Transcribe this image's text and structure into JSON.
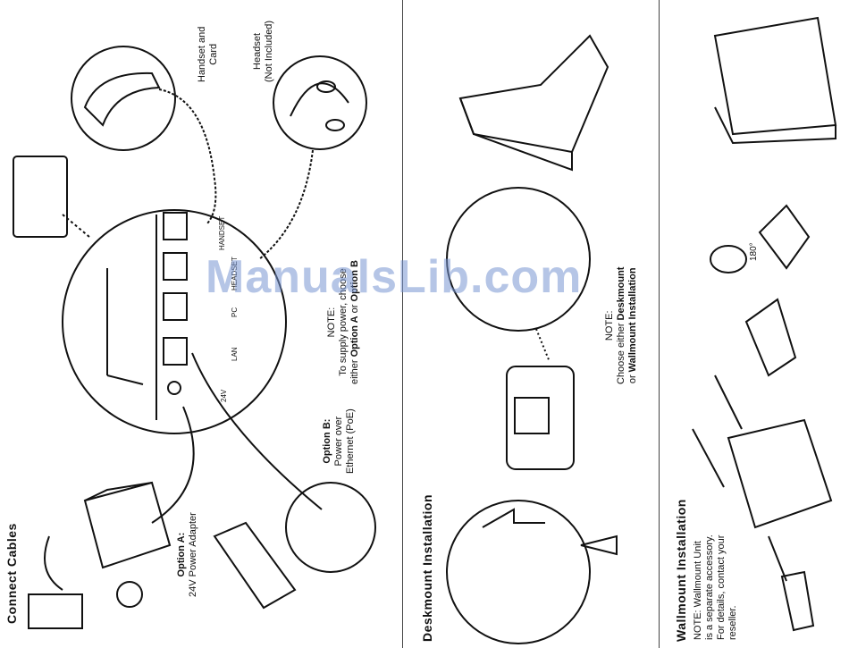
{
  "sections": {
    "connect": {
      "heading": "Connect Cables",
      "option_a": {
        "title": "Option A:",
        "text": "24V Power Adapter"
      },
      "option_b": {
        "title": "Option B:",
        "line1": "Power over",
        "line2": "Ethernet (PoE)"
      },
      "note": {
        "title": "NOTE:",
        "line1": "To supply power, choose",
        "line2_prefix": "either",
        "optA": "Option A",
        "or": "or",
        "optB": "Option B"
      },
      "handset_card": {
        "line1": "Handset and",
        "line2": "Card"
      },
      "headset": {
        "line1": "Headset",
        "line2": "(Not Included)"
      },
      "ports": {
        "p24v": "24V",
        "lan": "LAN",
        "pc": "PC",
        "headset": "HEADSET",
        "handset": "HANDSET"
      }
    },
    "desk": {
      "heading": "Deskmount Installation",
      "note": {
        "title": "NOTE:",
        "line1_prefix": "Choose either",
        "desk": "Deskmount",
        "line2_prefix": "or",
        "wall": "Wallmount Installation"
      }
    },
    "wall": {
      "heading": "Wallmount Installation",
      "note": {
        "line1": "NOTE: Wallmount Unit",
        "line2": "is a separate accessory.",
        "line3": "For details, contact your",
        "line4": "reseller."
      },
      "angle": "180°"
    }
  },
  "watermark": "ManualsLib.com"
}
